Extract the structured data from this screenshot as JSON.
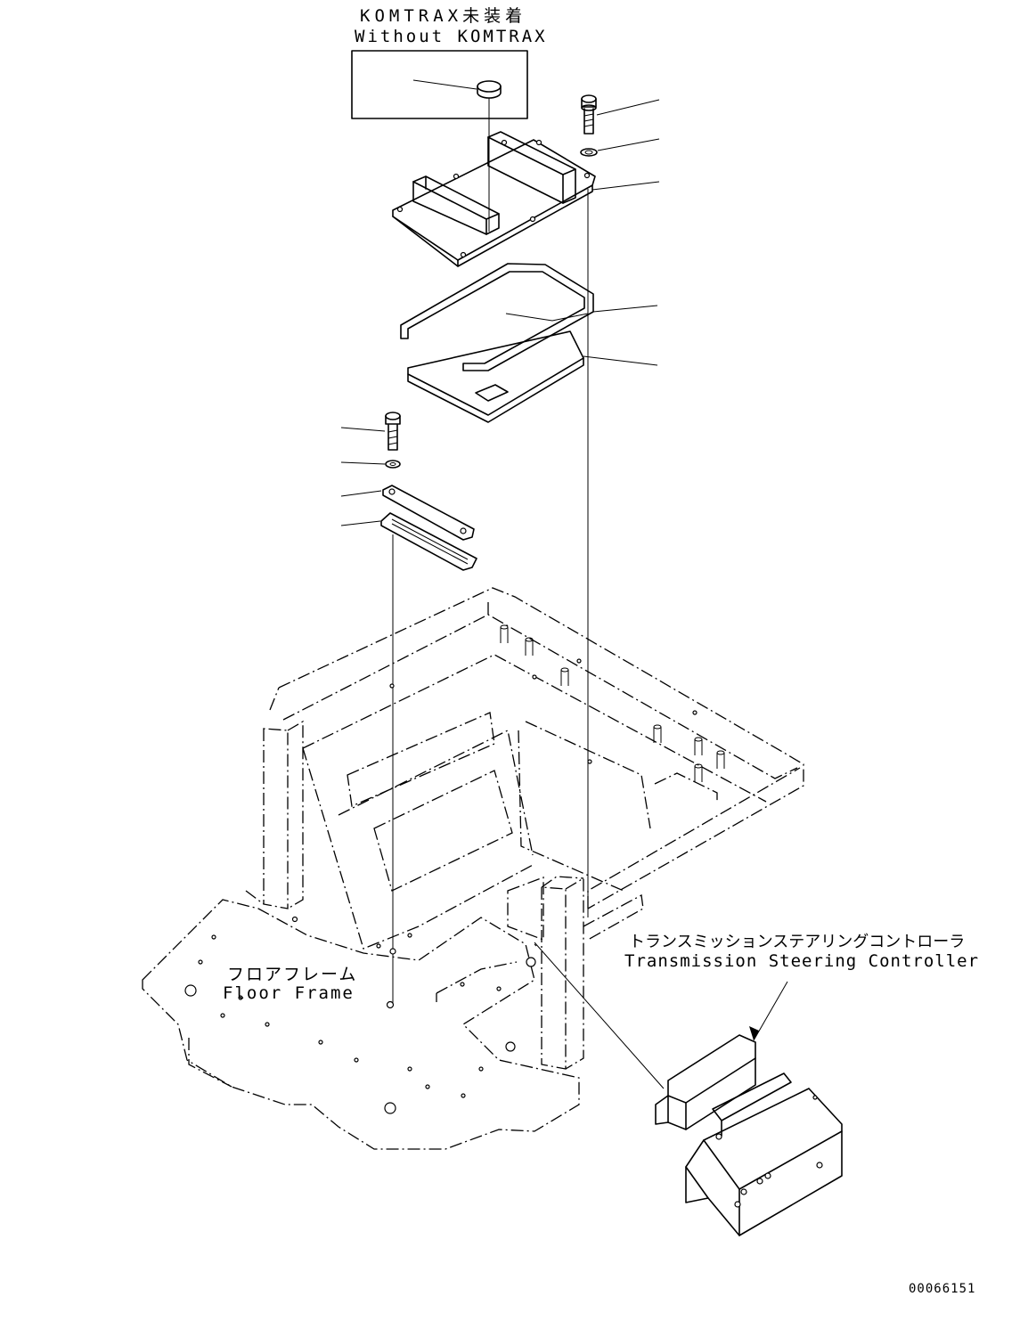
{
  "labels": {
    "komtrax_jp": "KOMTRAX未装着",
    "komtrax_en": "Without KOMTRAX",
    "floor_frame_jp": "フロアフレーム",
    "floor_frame_en": "Floor Frame",
    "controller_jp": "トランスミッションステアリングコントローラ",
    "controller_en": "Transmission Steering Controller",
    "drawing_number": "00066151"
  }
}
